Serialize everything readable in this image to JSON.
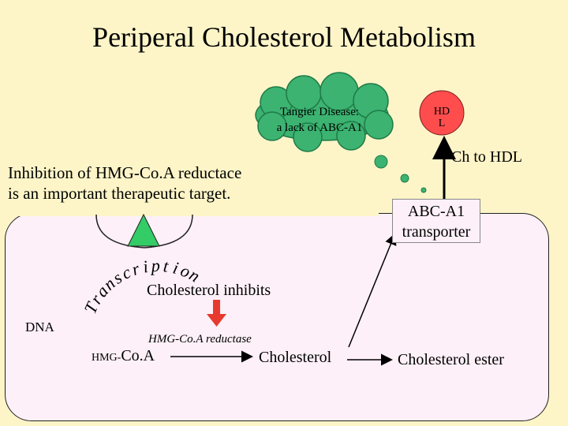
{
  "title": "Periperal Cholesterol Metabolism",
  "cloud": {
    "line1": "Tangier Disease:",
    "line2": "a lack of ABC-A1"
  },
  "hdl": {
    "line1": "HD",
    "line2": "L"
  },
  "ch_to_hdl": "Ch to HDL",
  "inhibition": {
    "line1": "Inhibition of HMG-Co.A reductace",
    "line2": "is an important therapeutic target."
  },
  "transporter": {
    "line1": "ABC-A1",
    "line2": "transporter"
  },
  "transcription_letters": [
    "T",
    "r",
    "a",
    "n",
    "s",
    "c",
    "r",
    "i",
    "p",
    "t",
    "i",
    "o",
    "n"
  ],
  "dna": "DNA",
  "inhibits": "Cholesterol inhibits",
  "enzyme": "HMG-Co.A reductase",
  "hmg_prefix": "HMG-",
  "coa": "Co.A",
  "cholesterol": "Cholesterol",
  "ester": "Cholesterol ester",
  "colors": {
    "background": "#fdf5c8",
    "cell": "#fdf0f8",
    "cloud": "#3cb371",
    "triangle": "#33cc66",
    "hdl": "#ff4d4d",
    "arrow_red": "#e8392e"
  }
}
